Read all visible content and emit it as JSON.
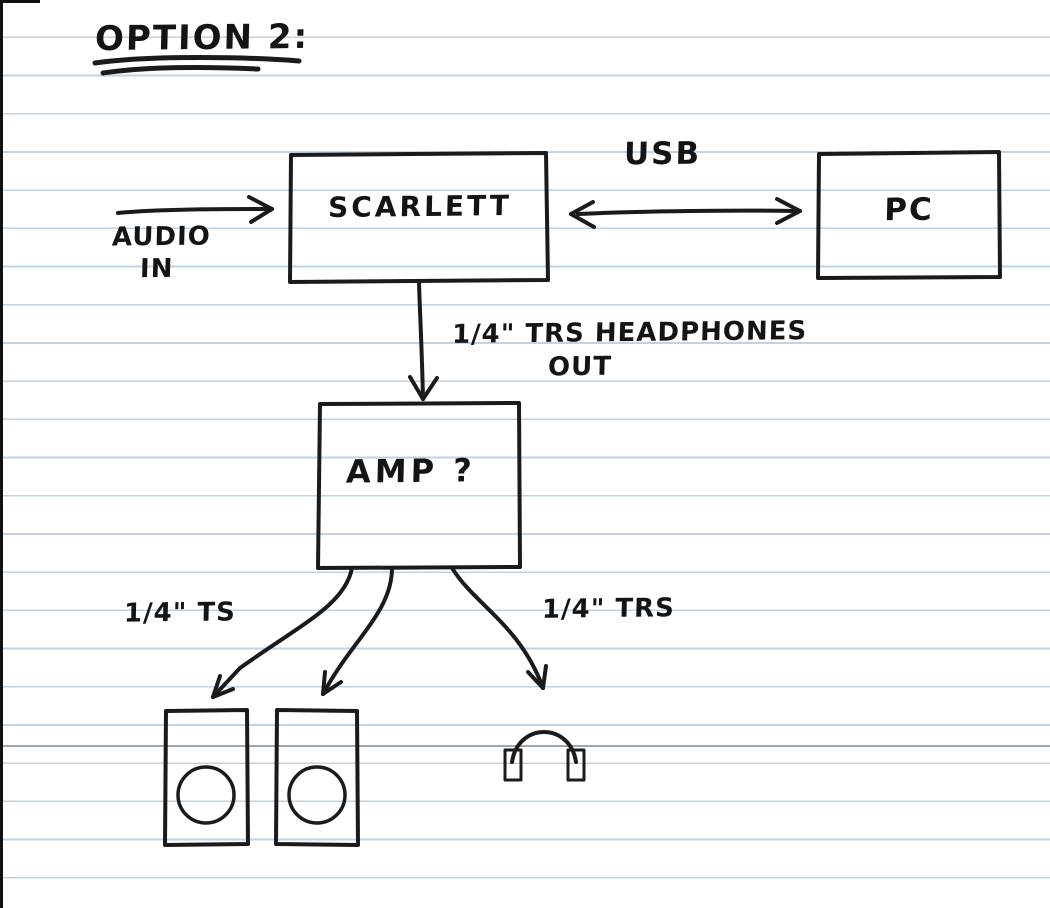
{
  "page": {
    "background": "#ffffff",
    "ruled_line_color": "#bed4e6",
    "ink_color": "#1b1b1b"
  },
  "diagram": {
    "title": "OPTION 2:",
    "nodes": {
      "scarlett": {
        "label": "SCARLETT"
      },
      "pc": {
        "label": "PC"
      },
      "amp": {
        "label": "AMP ?"
      }
    },
    "labels": {
      "usb": "USB",
      "audio_in_line1": "AUDIO",
      "audio_in_line2": "IN",
      "headphones_out_line1": "1/4\" TRS  HEADPHONES",
      "headphones_out_line2": "OUT",
      "ts_cable": "1/4\" TS",
      "trs_cable": "1/4\" TRS"
    },
    "icons": {
      "speakers": "speaker-icon",
      "headphones": "headphones-icon"
    }
  }
}
